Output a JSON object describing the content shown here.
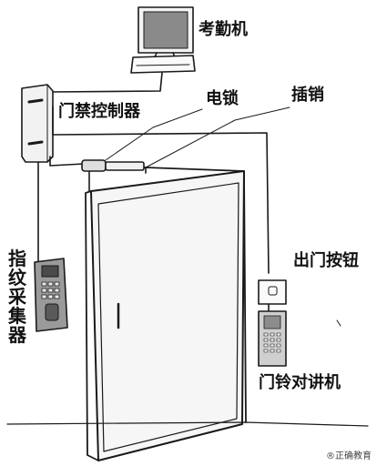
{
  "labels": {
    "attendance_machine": "考勤机",
    "access_controller": "门禁控制器",
    "electric_lock": "电锁",
    "bolt_lock": "插销",
    "fingerprint_reader": "指纹采集器",
    "exit_button": "出门按钮",
    "door_intercom": "门铃对讲机"
  },
  "watermark": "®正确教育",
  "colors": {
    "line": "#1a1a1a",
    "fill_light": "#f2f2f2",
    "screen": "#8a8a8a",
    "background": "#ffffff"
  }
}
